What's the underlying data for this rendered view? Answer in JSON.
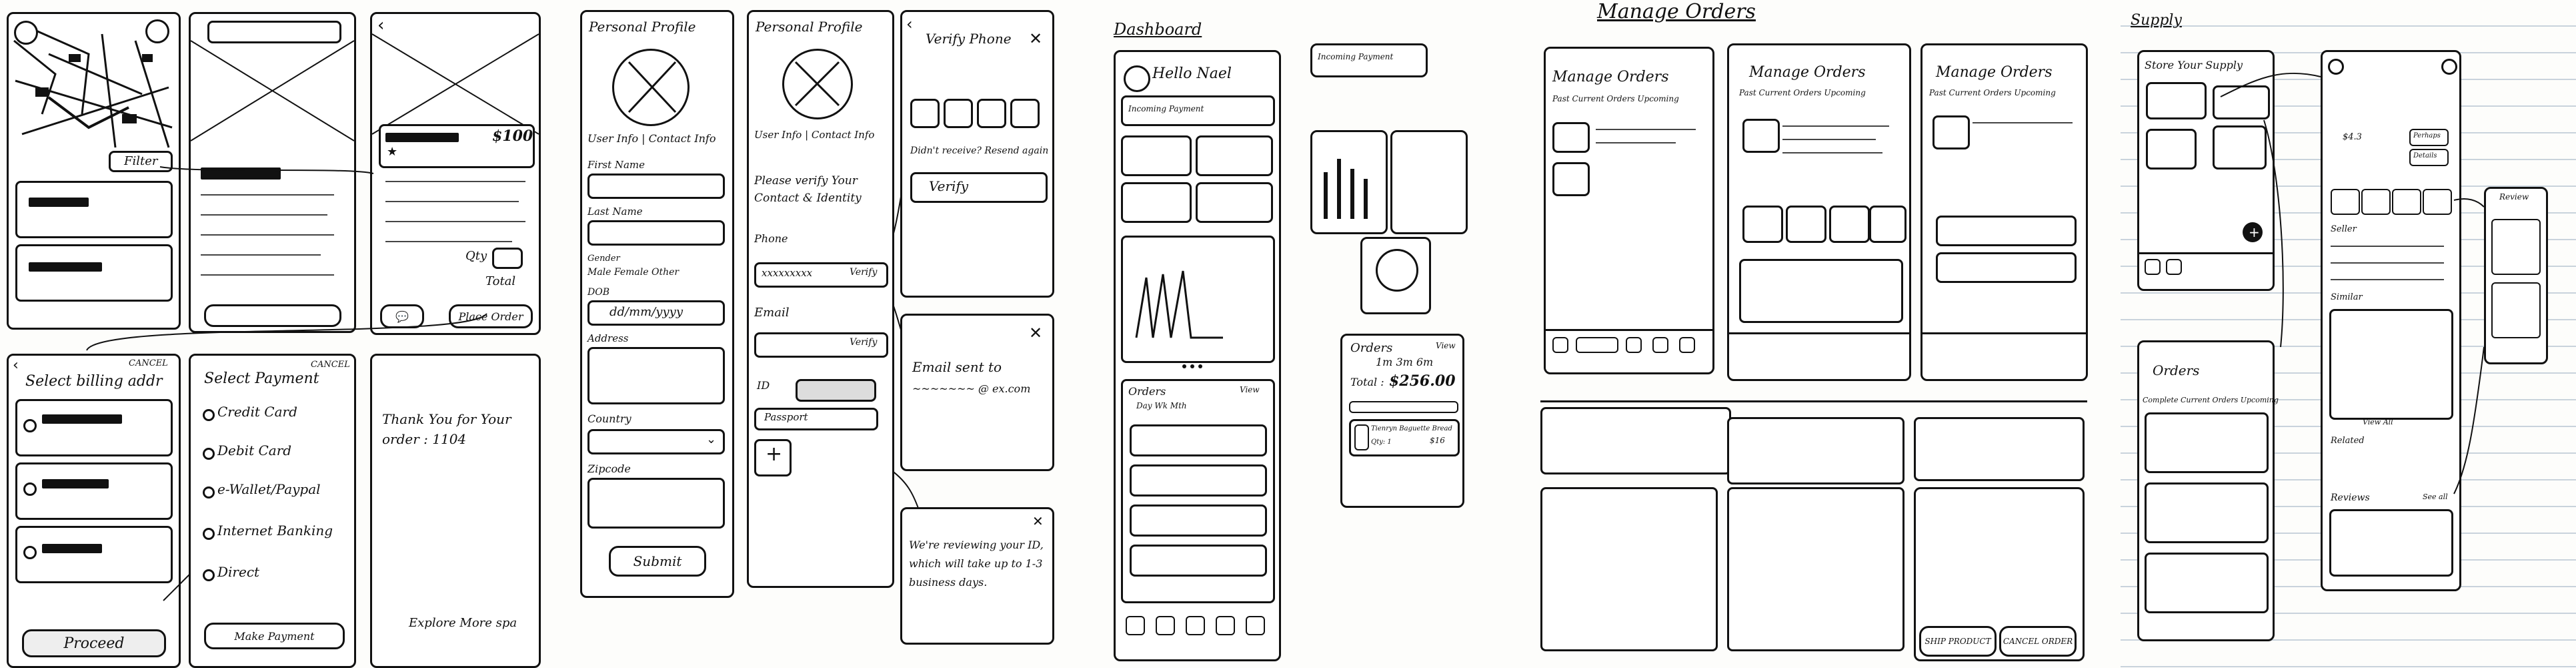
{
  "sections": {
    "dashboard": "Dashboard",
    "manage_orders": "Manage Orders",
    "supply": "Supply"
  },
  "flow1": {
    "price": "$100",
    "qty": "Qty",
    "total": "Total",
    "filter": "Filter",
    "place_order": "Place Order"
  },
  "billing": {
    "cancel": "CANCEL",
    "title": "Select billing addr",
    "proceed": "Proceed"
  },
  "payment": {
    "cancel": "CANCEL",
    "title": "Select Payment",
    "options": [
      "Credit Card",
      "Debit Card",
      "e-Wallet/Paypal",
      "Internet Banking",
      "Direct"
    ],
    "make_payment": "Make Payment"
  },
  "thanks": {
    "message": "Thank You for Your order : 1104",
    "explore": "Explore More spa"
  },
  "profile1": {
    "title": "Personal Profile",
    "tabs": "User Info | Contact Info",
    "first_name": "First Name",
    "last_name": "Last Name",
    "gender": "Gender",
    "gender_opts": "Male  Female  Other",
    "dob": "DOB",
    "dob_value": "dd/mm/yyyy",
    "address": "Address",
    "country": "Country",
    "zipcode": "Zipcode",
    "submit": "Submit"
  },
  "profile2": {
    "title": "Personal Profile",
    "tabs": "User Info | Contact Info",
    "verify_msg": "Please verify Your Contact & Identity",
    "phone": "Phone",
    "phone_value": "xxxxxxxxx",
    "verify": "Verify",
    "email": "Email",
    "id": "ID",
    "passport": "Passport",
    "plus": "+"
  },
  "verify_phone": {
    "title": "Verify Phone",
    "didnt_receive": "Didn't receive? Resend again",
    "verify_btn": "Verify"
  },
  "email_popup": {
    "message": "Email sent to",
    "domain": "~~~~~~~ @ ex.com"
  },
  "review_popup": {
    "message": "We're reviewing your ID, which will take up to 1-3 business days."
  },
  "dashboard_screen": {
    "greeting": "Hello Nael",
    "incoming_payment": "Incoming Payment",
    "orders": "Orders",
    "view_all": "View",
    "tabs": "Day   Wk   Mth"
  },
  "orders_popup": {
    "title": "Orders",
    "view": "View",
    "period": "1m 3m 6m",
    "total_label": "Total :",
    "total_value": "$256.00",
    "item_title": "Tienryn Baguette Bread",
    "item_qty": "Qty: 1",
    "item_price": "$16"
  },
  "manage": {
    "screen_title": "Manage Orders",
    "tabs": "Past   Current Orders   Upcoming",
    "ship_product": "SHIP PRODUCT",
    "cancel_order": "CANCEL ORDER"
  },
  "supply_screen": {
    "store_title": "Store Your Supply",
    "orders": "Orders",
    "orders_tabs": "Complete  Current Orders  Upcoming",
    "details": "Details",
    "price": "$4.3",
    "perhaps": "Perhaps",
    "seller": "Seller",
    "similar": "Similar",
    "related": "Related",
    "reviews": "Reviews",
    "view_all": "View All",
    "review": "Review",
    "see_all": "See all"
  }
}
